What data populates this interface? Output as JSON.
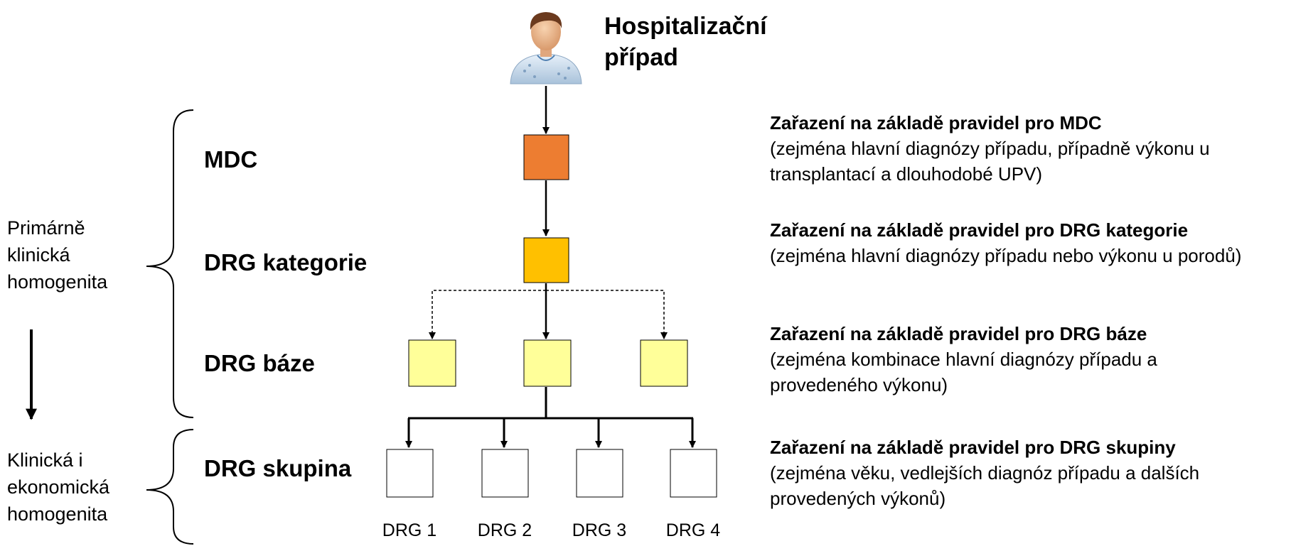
{
  "title": "Hospitalizační případ",
  "levels": {
    "mdc": "MDC",
    "category": "DRG kategorie",
    "base": "DRG báze",
    "group": "DRG skupina"
  },
  "side_labels": {
    "primary": "Primárně klinická homogenita",
    "secondary": "Klinická i ekonomická homogenita"
  },
  "descriptions": [
    {
      "heading": "Zařazení na základě pravidel pro MDC",
      "body": "(zejména hlavní diagnózy případu, případně výkonu u transplantací a dlouhodobé UPV)"
    },
    {
      "heading": "Zařazení na základě pravidel pro DRG kategorie",
      "body": "(zejména hlavní diagnózy případu nebo výkonu u porodů)"
    },
    {
      "heading": "Zařazení na základě pravidel pro DRG báze",
      "body": "(zejména kombinace hlavní diagnózy případu a provedeného výkonu)"
    },
    {
      "heading": "Zařazení na základě pravidel pro DRG skupiny",
      "body": "(zejména věku, vedlejších diagnóz případu a dalších provedených výkonů)"
    }
  ],
  "drg_labels": [
    "DRG 1",
    "DRG 2",
    "DRG 3",
    "DRG 4"
  ],
  "colors": {
    "mdc_box": "#ED7D31",
    "category_box": "#FFC000",
    "base_box": "#FFFF99",
    "group_box": "#FFFFFF",
    "lines": "#000000"
  },
  "icons": {
    "patient": "patient-avatar-icon"
  }
}
